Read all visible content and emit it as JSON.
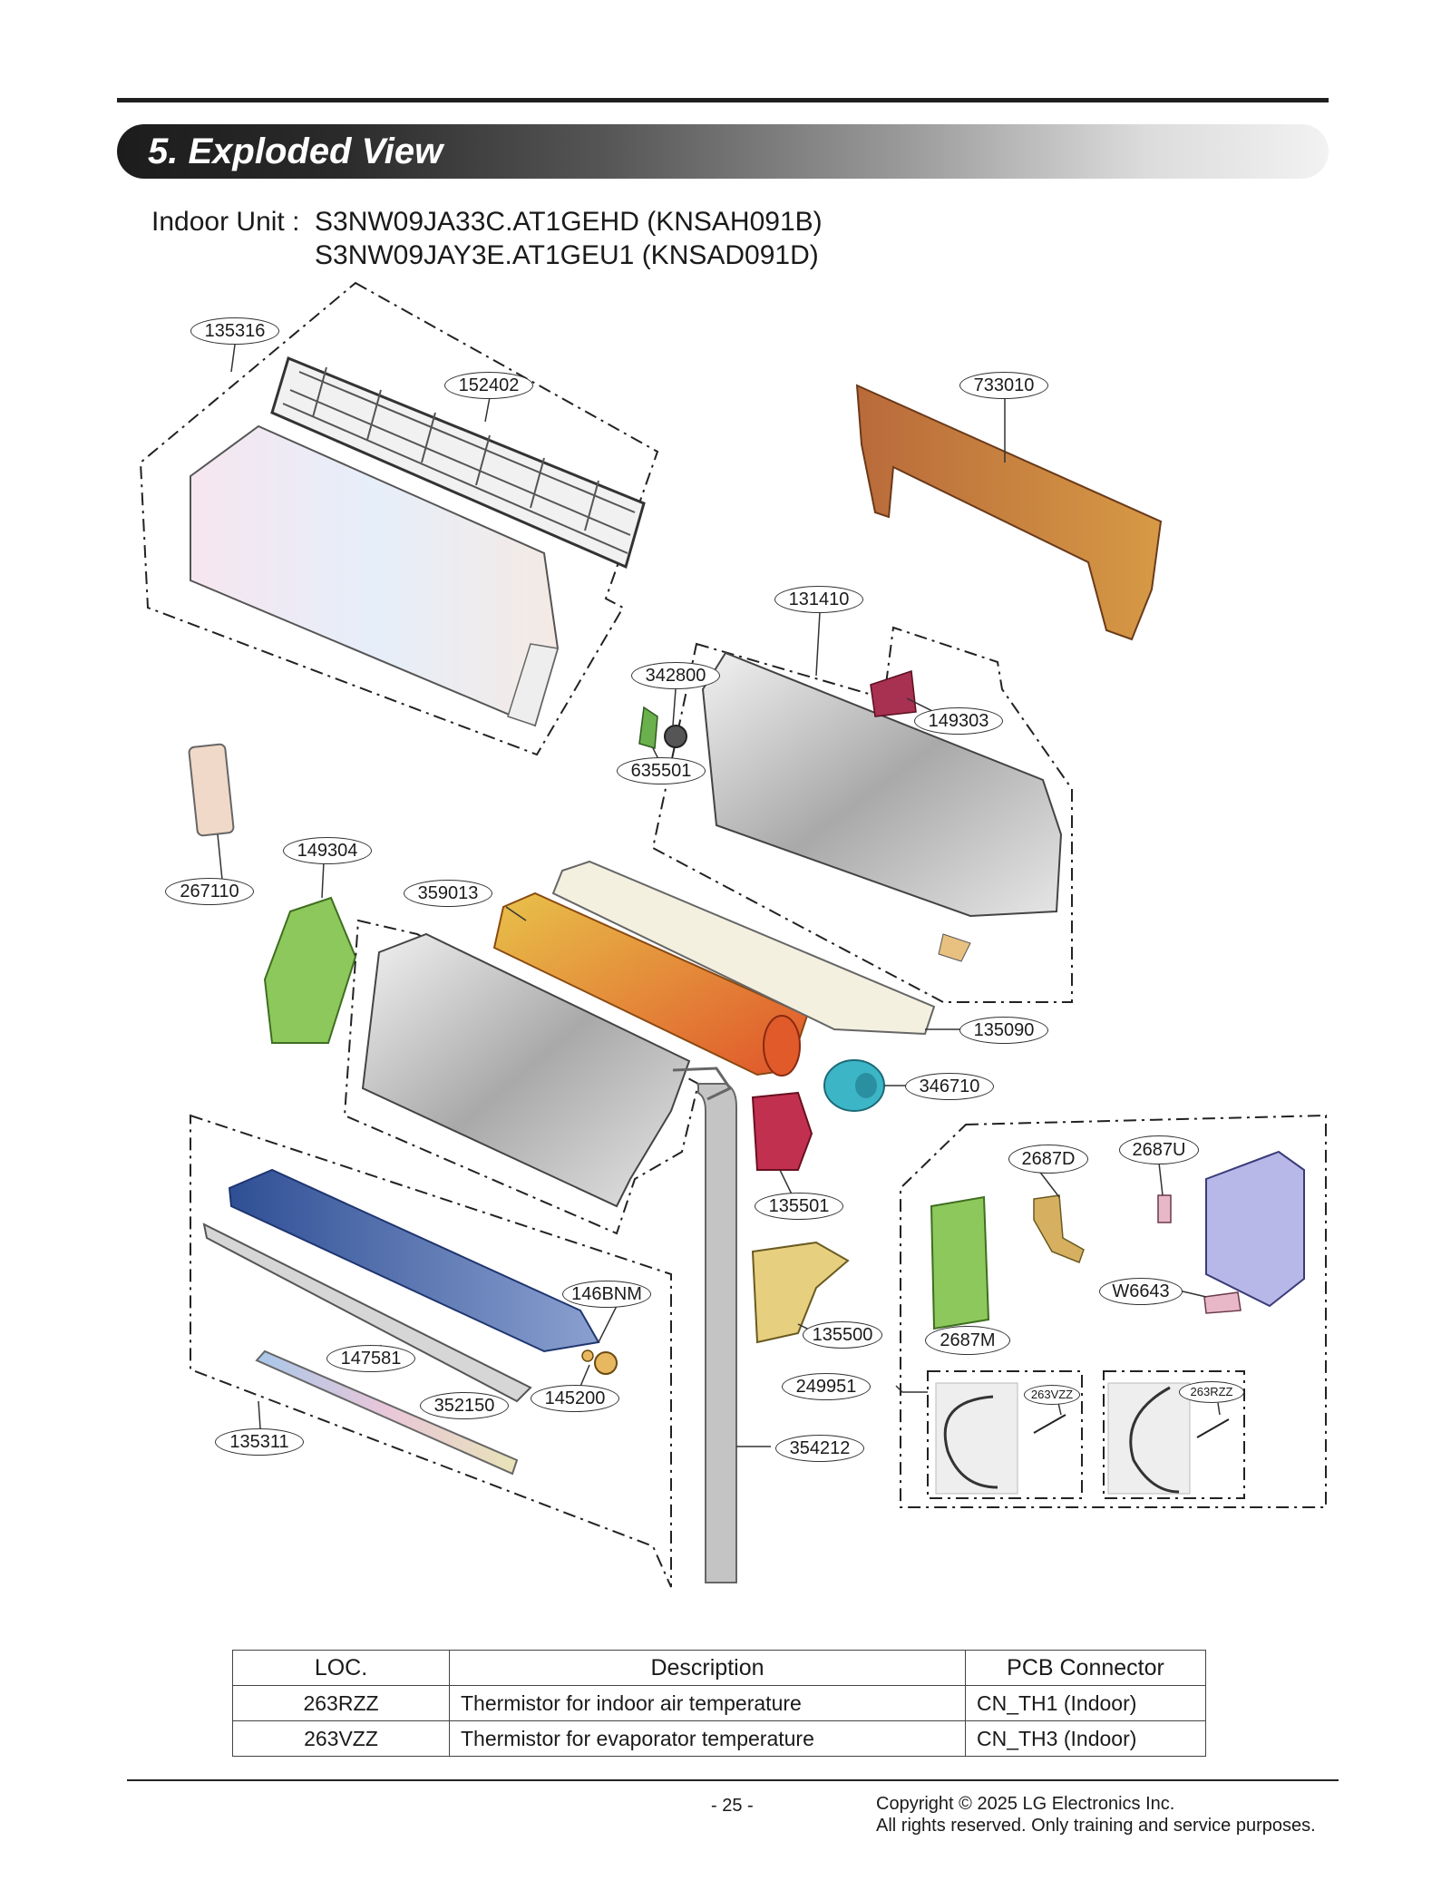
{
  "section": {
    "title": "5. Exploded View"
  },
  "model": {
    "label": "Indoor Unit :",
    "line1": "S3NW09JA33C.AT1GEHD (KNSAH091B)",
    "line2": "S3NW09JAY3E.AT1GEU1 (KNSAD091D)"
  },
  "callouts": [
    "135316",
    "152402",
    "733010",
    "131410",
    "342800",
    "149303",
    "635501",
    "267110",
    "149304",
    "359013",
    "135090",
    "346710",
    "2687D",
    "2687U",
    "135501",
    "W6643",
    "146BNM",
    "135500",
    "2687M",
    "147581",
    "145200",
    "249951",
    "263VZZ",
    "263RZZ",
    "352150",
    "135311",
    "354212"
  ],
  "table": {
    "headers": [
      "LOC.",
      "Description",
      "PCB Connector"
    ],
    "rows": [
      [
        "263RZZ",
        "Thermistor for indoor air temperature",
        "CN_TH1 (Indoor)"
      ],
      [
        "263VZZ",
        "Thermistor for evaporator temperature",
        "CN_TH3 (Indoor)"
      ]
    ]
  },
  "footer": {
    "page": "- 25 -",
    "copyright_line1": "Copyright © 2025 LG Electronics Inc.",
    "copyright_line2": "All rights reserved. Only training and service purposes."
  },
  "colors": {
    "grille": "#e8e8e8",
    "chassis_panel": "#f3eef4",
    "back_plate": "#c9803a",
    "fan": "#e6922e",
    "motor": "#3cb6c6",
    "pcb": "#8dc85c",
    "evaporator": "#cfcfcf",
    "drain_pipe": "#c4c4c4",
    "vane": "#3c5a9e",
    "red_part": "#c23050"
  }
}
